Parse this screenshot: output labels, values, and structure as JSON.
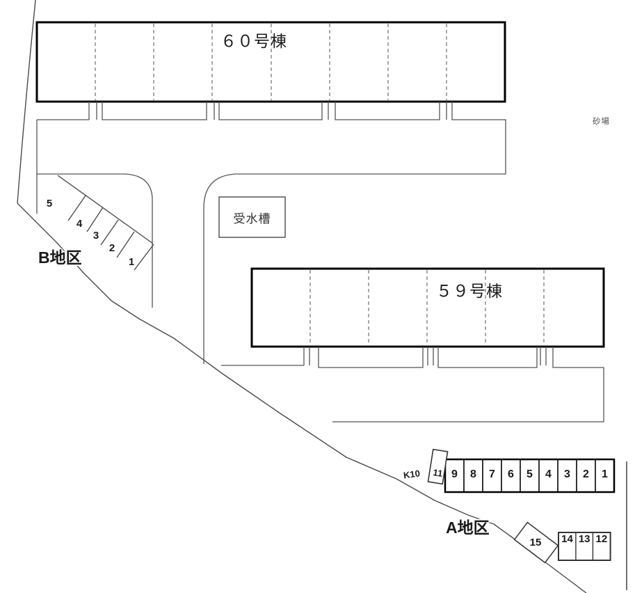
{
  "buildings": {
    "b60": {
      "label": "６０号棟"
    },
    "b59": {
      "label": "５９号棟"
    }
  },
  "facilities": {
    "water_tank": "受水槽",
    "sandbox": "砂場"
  },
  "district_b": {
    "label": "B地区",
    "spaces": [
      "5",
      "4",
      "3",
      "2",
      "1"
    ]
  },
  "district_a": {
    "label": "A地区",
    "k_space": "K10",
    "space_11": "11",
    "row_spaces": [
      "9",
      "8",
      "7",
      "6",
      "5",
      "4",
      "3",
      "2",
      "1"
    ],
    "space_15": "15",
    "lower_spaces": [
      "14",
      "13",
      "12"
    ]
  },
  "colors": {
    "background": "#ffffff",
    "building_outline": "#000000",
    "line": "#4a4a4a",
    "dash": "#7a7a7a",
    "text": "#1a1a1a"
  }
}
